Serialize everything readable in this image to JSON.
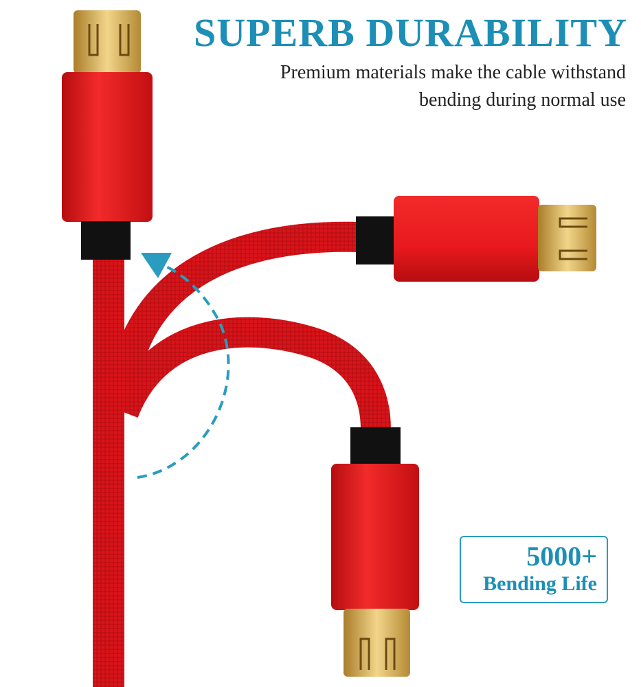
{
  "headline": "SUPERB DURABILITY",
  "subtitle_line1": "Premium materials make the cable withstand",
  "subtitle_line2": "bending during normal use",
  "badge": {
    "number": "5000+",
    "label": "Bending Life"
  },
  "colors": {
    "accent": "#1d8fb6",
    "cable": "#e0141a",
    "connector": "#e8191c",
    "gold": "#d8b25a"
  }
}
